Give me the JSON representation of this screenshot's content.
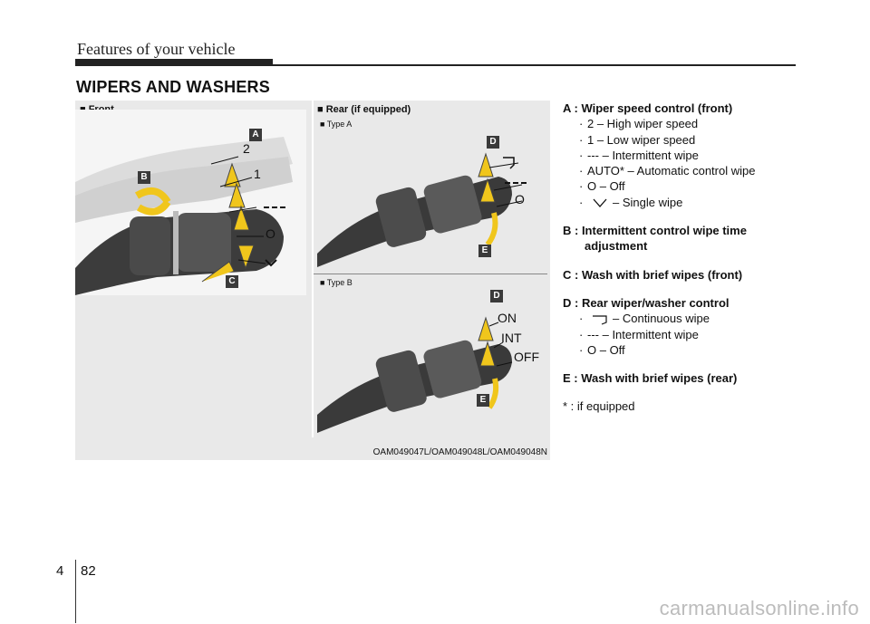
{
  "header": {
    "title": "Features of your vehicle"
  },
  "section_title": "WIPERS AND WASHERS",
  "figure": {
    "front_label": "■ Front",
    "rear_label": "■ Rear (if equipped)",
    "type_a": "■ Type A",
    "type_b": "■ Type B",
    "caption": "OAM049047L/OAM049048L/OAM049048N",
    "callouts": {
      "a": "A",
      "b": "B",
      "c": "C",
      "d1": "D",
      "e1": "E",
      "d2": "D",
      "e2": "E"
    },
    "front_marks": {
      "two": "2",
      "one": "1",
      "off": "O"
    },
    "rear_a_marks": {
      "off": "O"
    },
    "rear_b_marks": {
      "on": "ON",
      "int": "INT",
      "off": "OFF"
    }
  },
  "description": {
    "a_head": "A : Wiper speed control (front)",
    "a_items": [
      "2 – High wiper speed",
      "1 – Low wiper speed",
      "--- – Intermittent wipe",
      "AUTO* – Automatic control wipe",
      "O – Off"
    ],
    "a_single": "– Single wipe",
    "b_head": "B : Intermittent control wipe time",
    "b_head_cont": "adjustment",
    "c_head": "C : Wash with brief wipes (front)",
    "d_head": "D : Rear wiper/washer control",
    "d_continuous": "– Continuous wipe",
    "d_intermittent": "---  – Intermittent wipe",
    "d_off": "O  – Off",
    "e_head": "E : Wash with brief wipes (rear)",
    "footnote": "* : if equipped"
  },
  "footer": {
    "section": "4",
    "page": "82"
  },
  "watermark": "carmanualsonline.info"
}
